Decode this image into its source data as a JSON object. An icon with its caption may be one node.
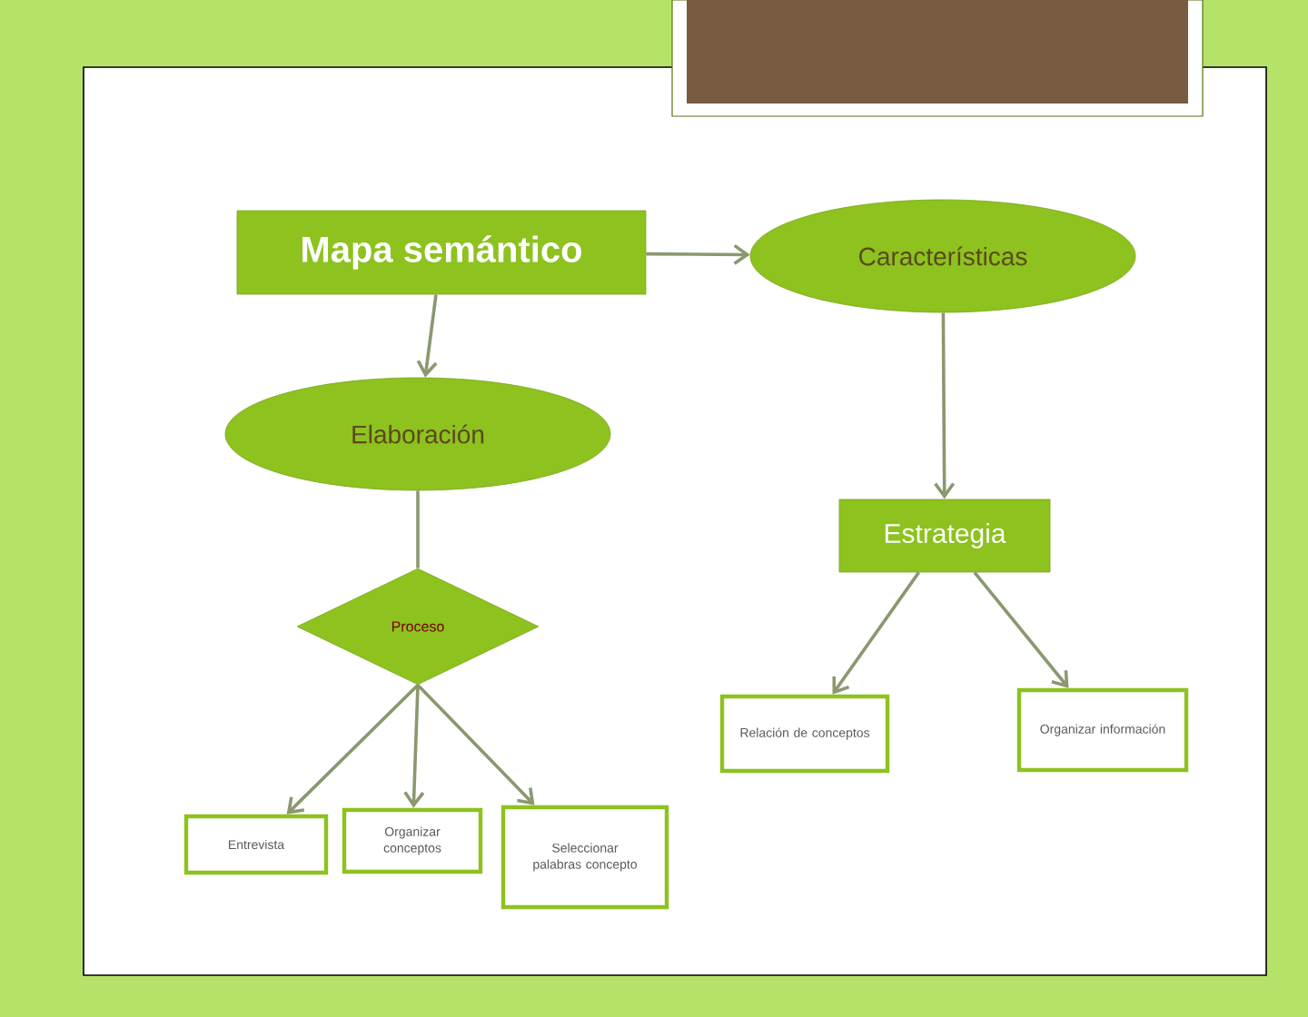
{
  "diagram": {
    "nodes": [
      {
        "text": [
          "Mapa semántico"
        ]
      },
      {
        "text": [
          "Características"
        ]
      },
      {
        "text": [
          "Elaboración"
        ]
      },
      {
        "text": [
          "Estrategia"
        ]
      },
      {
        "text": [
          "Proceso"
        ]
      },
      {
        "text": [
          "Entrevista"
        ]
      },
      {
        "text": [
          "Organizar conceptos"
        ]
      },
      {
        "text": [
          "Seleccionar palabras concepto"
        ]
      },
      {
        "text": [
          "Relación de conceptos"
        ]
      },
      {
        "text": [
          "Organizar información"
        ]
      }
    ],
    "edges": [
      {
        "from": 0,
        "to": 1,
        "arrow": "to"
      },
      {
        "from": 0,
        "to": 2,
        "arrow": "to"
      },
      {
        "from": 1,
        "to": 3,
        "arrow": "to"
      },
      {
        "from": 2,
        "to": 4,
        "arrow": "none"
      },
      {
        "from": 4,
        "to": 5,
        "arrow": "to"
      },
      {
        "from": 4,
        "to": 6,
        "arrow": "to"
      },
      {
        "from": 4,
        "to": 7,
        "arrow": "to"
      },
      {
        "from": 3,
        "to": 8,
        "arrow": "to"
      },
      {
        "from": 3,
        "to": 9,
        "arrow": "to"
      }
    ]
  }
}
